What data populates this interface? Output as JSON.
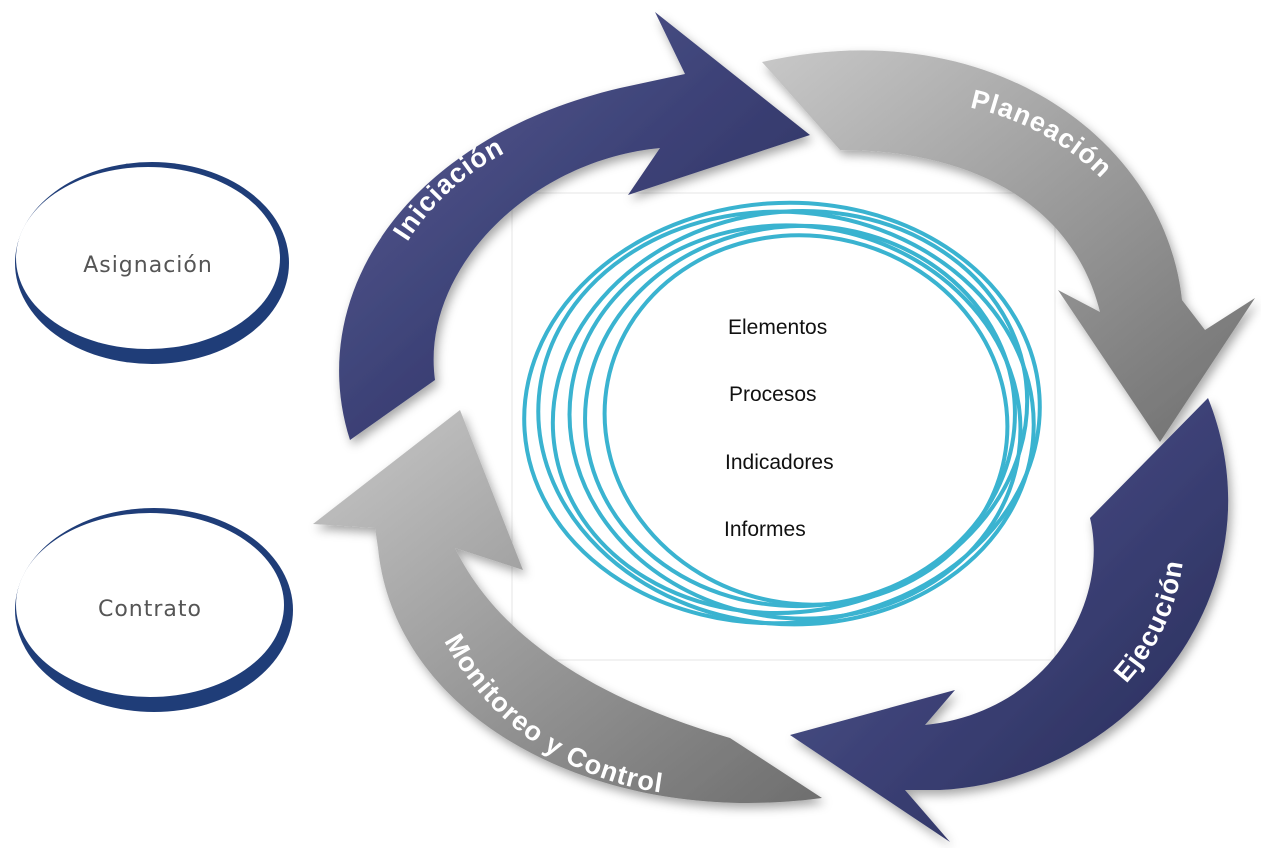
{
  "side_items": {
    "asignacion": "Asignación",
    "contrato": "Contrato"
  },
  "cycle_phases": {
    "iniciacion": "Iniciación",
    "planeacion": "Planeación",
    "ejecucion": "Ejecución",
    "monitoreo": "Monitoreo y Control"
  },
  "center_items": [
    "Elementos",
    "Procesos",
    "Indicadores",
    "Informes"
  ],
  "colors": {
    "navy_arrow": "#3f4478",
    "gray_arrow": "#9e9e9e",
    "oval_ring": "#1f3d78",
    "rings": "#3ab3d0"
  }
}
